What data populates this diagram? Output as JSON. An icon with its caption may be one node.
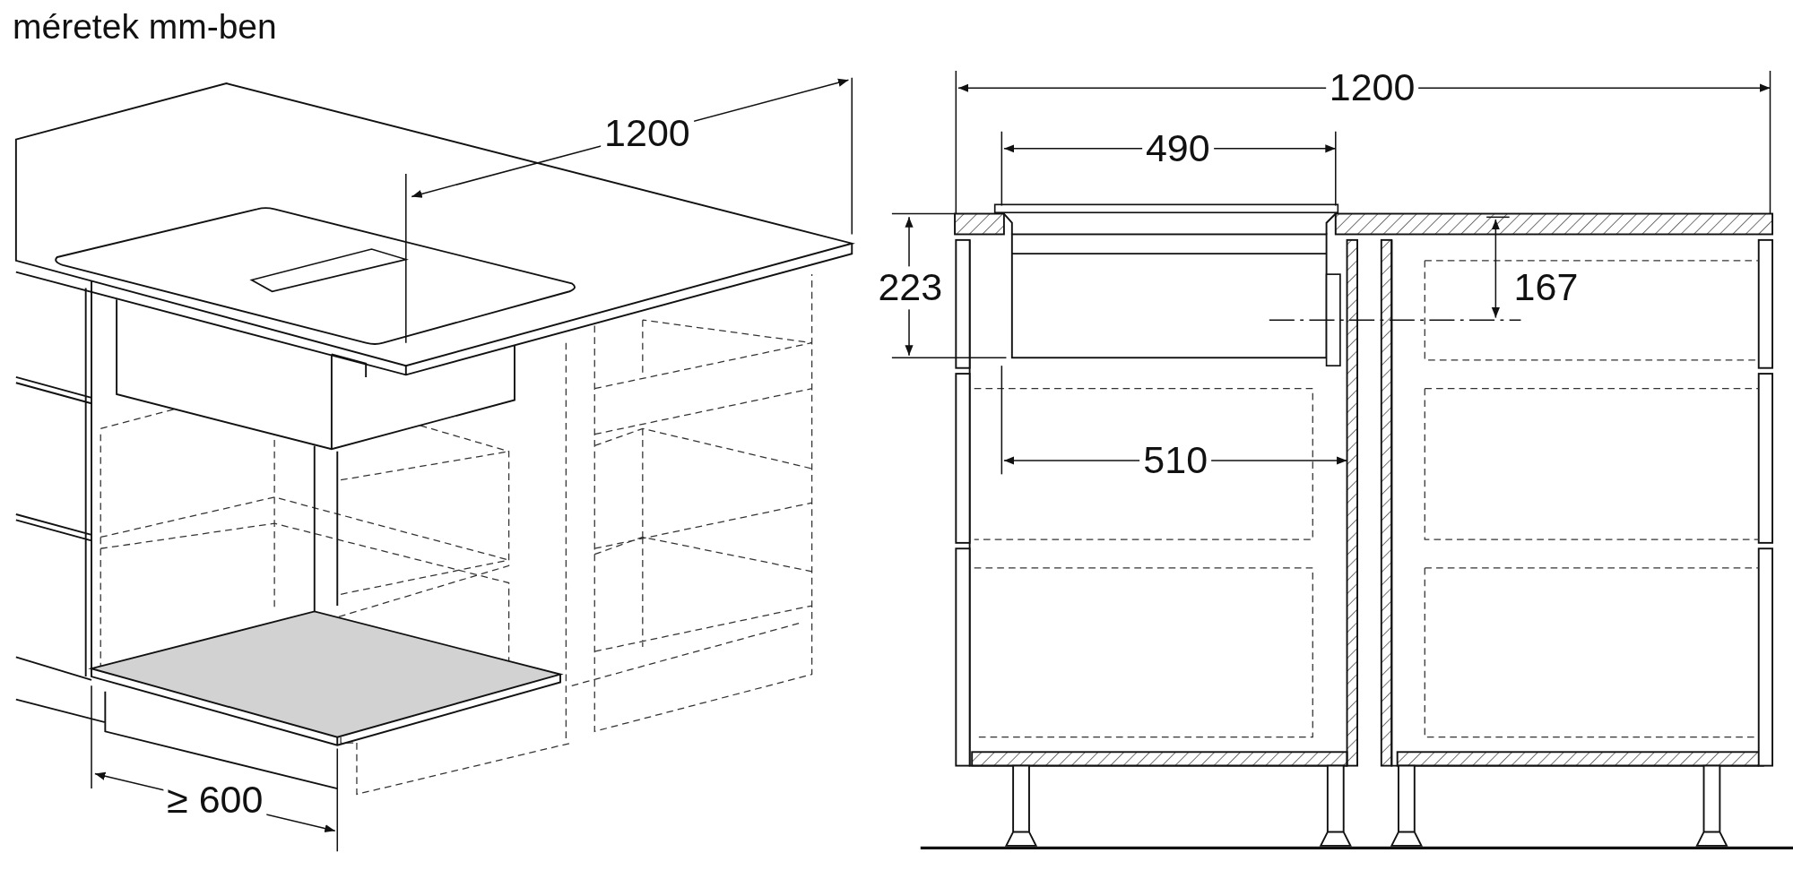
{
  "diagram": {
    "title": "méretek mm-ben",
    "labels": [
      "1200",
      "1200",
      "490",
      "223",
      "167",
      "510",
      "≥ 600"
    ]
  }
}
